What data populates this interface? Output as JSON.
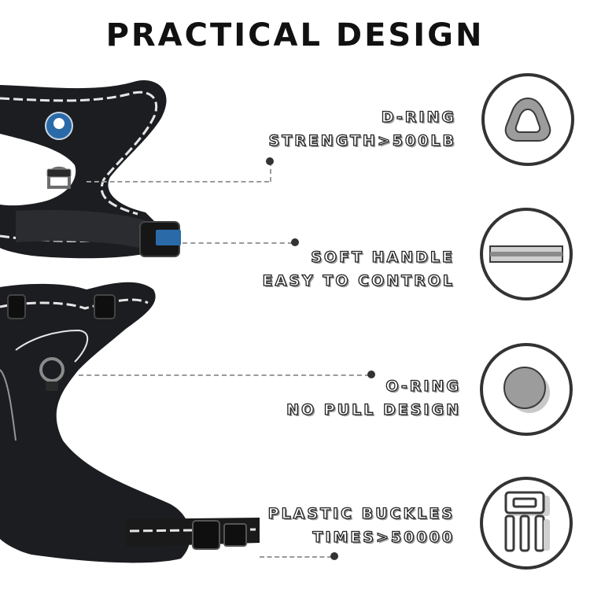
{
  "title": "PRACTICAL DESIGN",
  "features": [
    {
      "line1": "D-RING",
      "line2": "STRENGTH>500LB",
      "icon": "d-ring-icon"
    },
    {
      "line1": "SOFT HANDLE",
      "line2": "EASY TO CONTROL",
      "icon": "handle-icon"
    },
    {
      "line1": "O-RING",
      "line2": "NO PULL DESIGN",
      "icon": "o-ring-icon"
    },
    {
      "line1": "PLASTIC BUCKLES",
      "line2": "TIMES>50000",
      "icon": "buckle-icon"
    }
  ],
  "colors": {
    "harness": "#1c1d20",
    "reflective": "#e6e6e6",
    "text_outline": "#222222",
    "icon_gray": "#9c9c9c",
    "badge_blue": "#2a6aa8"
  }
}
